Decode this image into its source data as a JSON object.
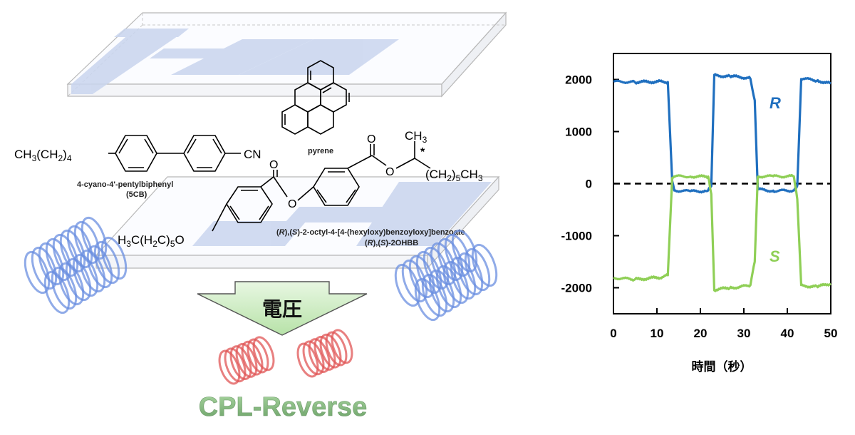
{
  "molecules": {
    "five_cb_tail": "CH3(CH2)4",
    "cn": "CN",
    "five_cb_name": "4-cyano-4'-pentylbiphenyl",
    "five_cb_abbr": "(5CB)",
    "pyrene": "pyrene",
    "ch3_top": "CH3",
    "chiral_star": "*",
    "ohbb_tail": "(CH2)5CH3",
    "hexyl_head": "H3C(H2C)5O",
    "ohbb_name": "(R),(S)-2-octyl-4-[4-(hexyloxy)benzoyloxy]benzoate",
    "ohbb_abbr": "(R),(S)-2OHBB"
  },
  "arrow_label": "電圧",
  "cpl_label": "CPL-Reverse",
  "colors": {
    "R": "#1f6fbf",
    "S": "#8fcf56",
    "electrode": "#c9d5ee",
    "arrow_fill": "#c9ecc0",
    "helix_blue": "#6b8fe0",
    "helix_red": "#e05555"
  },
  "chart_data": {
    "type": "line",
    "xlabel": "時間（秒）",
    "ylabel": "",
    "xlim": [
      0,
      50
    ],
    "ylim": [
      -2500,
      2500
    ],
    "x_ticks": [
      0,
      10,
      20,
      30,
      40,
      50
    ],
    "y_ticks": [
      2000,
      1000,
      0,
      -1000,
      -2000
    ],
    "zero_line": "dashed",
    "series": [
      {
        "name": "R",
        "color": "#1f6fbf",
        "points": [
          [
            0,
            1960
          ],
          [
            5,
            1950
          ],
          [
            11,
            1960
          ],
          [
            12.5,
            1950
          ],
          [
            13.5,
            80
          ],
          [
            14,
            -130
          ],
          [
            18,
            -150
          ],
          [
            21.5,
            -140
          ],
          [
            22.5,
            -50
          ],
          [
            23.2,
            2080
          ],
          [
            27,
            2060
          ],
          [
            31.5,
            2030
          ],
          [
            32.5,
            1600
          ],
          [
            33.2,
            -110
          ],
          [
            37,
            -140
          ],
          [
            41.5,
            -130
          ],
          [
            42.3,
            -40
          ],
          [
            43.2,
            2020
          ],
          [
            47,
            1980
          ],
          [
            50,
            1920
          ]
        ]
      },
      {
        "name": "S",
        "color": "#8fcf56",
        "points": [
          [
            0,
            -1810
          ],
          [
            5,
            -1840
          ],
          [
            11,
            -1800
          ],
          [
            12.5,
            -1760
          ],
          [
            13.5,
            80
          ],
          [
            14,
            140
          ],
          [
            18,
            140
          ],
          [
            21.8,
            130
          ],
          [
            22.5,
            -200
          ],
          [
            23.2,
            -2040
          ],
          [
            27,
            -2000
          ],
          [
            31.5,
            -1960
          ],
          [
            32.5,
            -1500
          ],
          [
            33.2,
            140
          ],
          [
            37,
            140
          ],
          [
            41.5,
            140
          ],
          [
            42.3,
            -300
          ],
          [
            43.2,
            -1960
          ],
          [
            47,
            -1980
          ],
          [
            50,
            -1920
          ]
        ]
      }
    ]
  }
}
